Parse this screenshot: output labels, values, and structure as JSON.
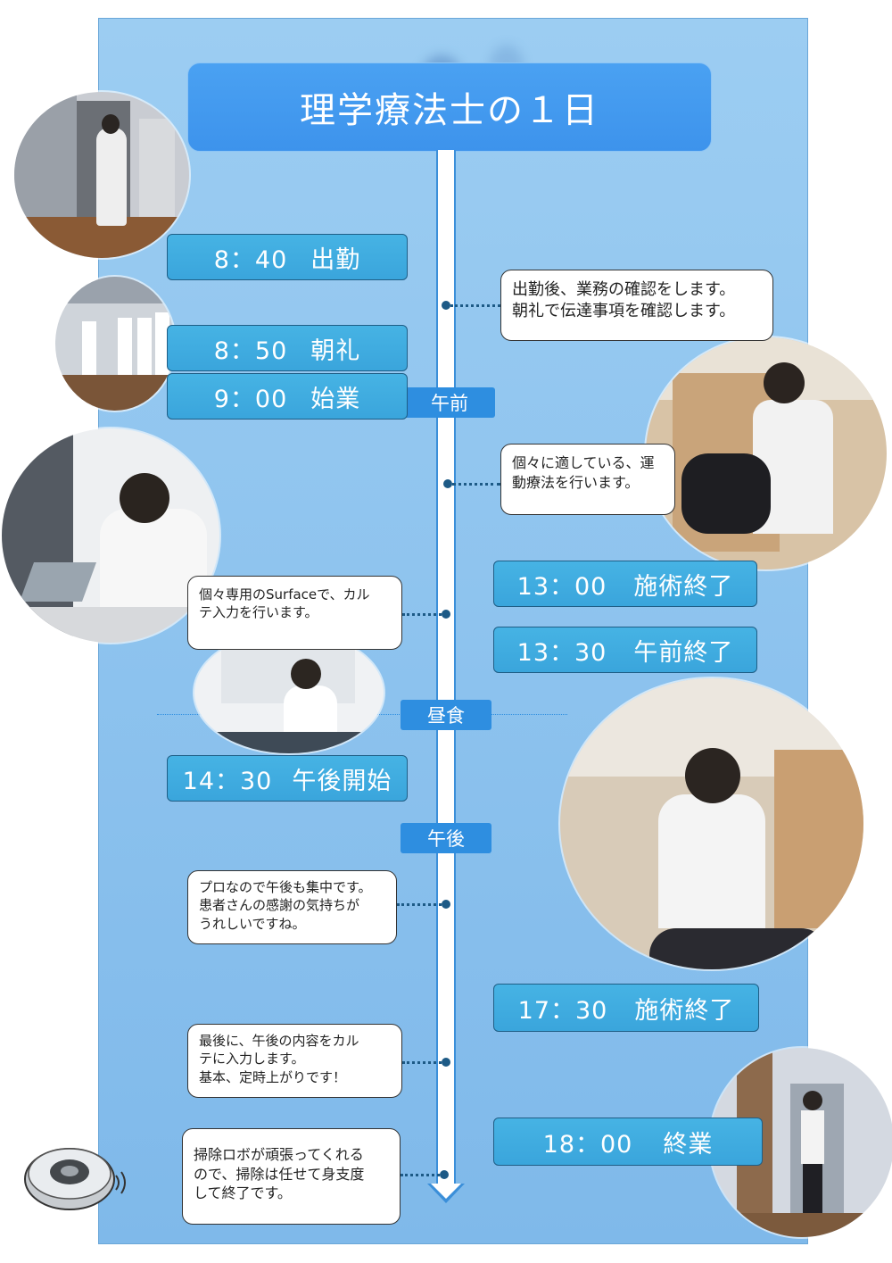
{
  "title": "理学療法士の１日",
  "schedule": [
    {
      "time": "8：40",
      "label": "出勤"
    },
    {
      "time": "8：50",
      "label": "朝礼"
    },
    {
      "time": "9：00",
      "label": "始業"
    },
    {
      "time": "13：00",
      "label": "施術終了"
    },
    {
      "time": "13：30",
      "label": "午前終了"
    },
    {
      "time": "14：30",
      "label": "午後開始"
    },
    {
      "time": "17：30",
      "label": "施術終了"
    },
    {
      "time": "18：00",
      "label": "終業"
    }
  ],
  "periods": {
    "morning": "午前",
    "lunch": "昼食",
    "afternoon": "午後"
  },
  "bubbles": [
    {
      "lines": [
        "出勤後、業務の確認をします。",
        "朝礼で伝達事項を確認します。"
      ]
    },
    {
      "lines": [
        "個々に適している、運",
        "動療法を行います。"
      ]
    },
    {
      "lines": [
        "個々専用のSurfaceで、カル",
        "テ入力を行います。"
      ]
    },
    {
      "lines": [
        "プロなので午後も集中です。",
        "患者さんの感謝の気持ちが",
        "うれしいですね。"
      ]
    },
    {
      "lines": [
        "最後に、午後の内容をカル",
        "テに入力します。",
        "基本、定時上がりです！"
      ]
    },
    {
      "lines": [
        "掃除ロボが頑張ってくれる",
        "ので、掃除は任せて身支度",
        "して終了です。"
      ]
    }
  ],
  "colors": {
    "panel": "#8ec4ee",
    "time_box": "#3fa9df",
    "period_tag": "#2e8ee0",
    "title_box": "#4399ee"
  },
  "icons": [
    "robot-vacuum-icon"
  ]
}
